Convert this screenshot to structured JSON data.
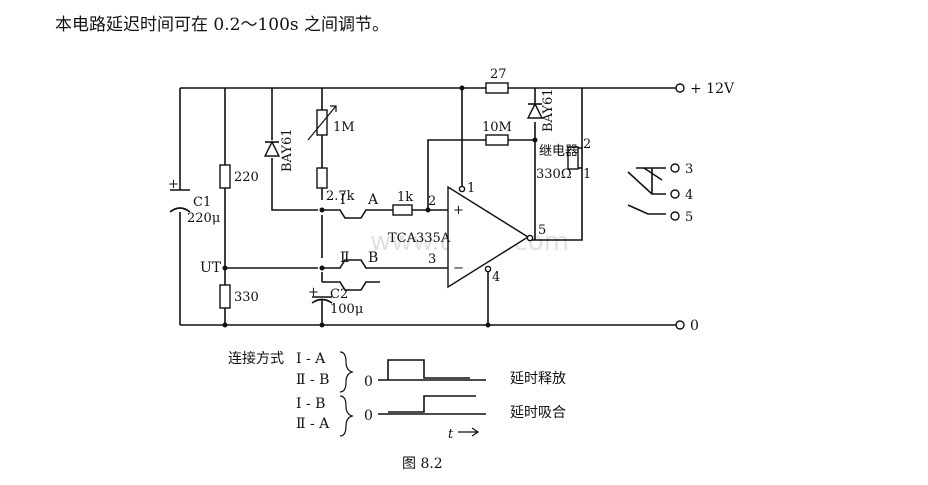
{
  "heading": "本电路延迟时间可在 0.2～100s 之间调节。",
  "caption": "图 8.2",
  "watermark": "www.dz3w.com",
  "supply": {
    "plus": "+ 12V",
    "ground": "0"
  },
  "outputs": {
    "t3": "3",
    "t4": "4",
    "t5": "5"
  },
  "components": {
    "c1_name": "C1",
    "c1_value": "220μ",
    "r220": "220",
    "r330": "330",
    "ut_label": "UT",
    "diode_left": "BAY61",
    "pot": "1M",
    "r27k": "2.7k",
    "c2_name": "C2",
    "c2_value": "100μ",
    "r27": "27",
    "r10m": "10M",
    "r1k": "1k",
    "diode_right": "BAY61",
    "relay_name": "继电器",
    "relay_value": "330Ω",
    "relay_pin2": "2",
    "relay_pin1": "1",
    "ic": "TCA335A",
    "pin1": "1",
    "pin2": "2",
    "pin3": "3",
    "pin4": "4",
    "pin5": "5",
    "plus_sign": "+",
    "minus_sign": "−",
    "node_I": "Ⅰ",
    "node_II": "Ⅱ",
    "node_A": "A",
    "node_B": "B"
  },
  "legend": {
    "title": "连接方式",
    "row1_a": "Ⅰ - A",
    "row1_b": "Ⅱ - B",
    "row2_a": "Ⅰ - B",
    "row2_b": "Ⅱ - A",
    "zero1": "0",
    "zero2": "0",
    "label1": "延时释放",
    "label2": "延时吸合",
    "t_axis": "t"
  }
}
